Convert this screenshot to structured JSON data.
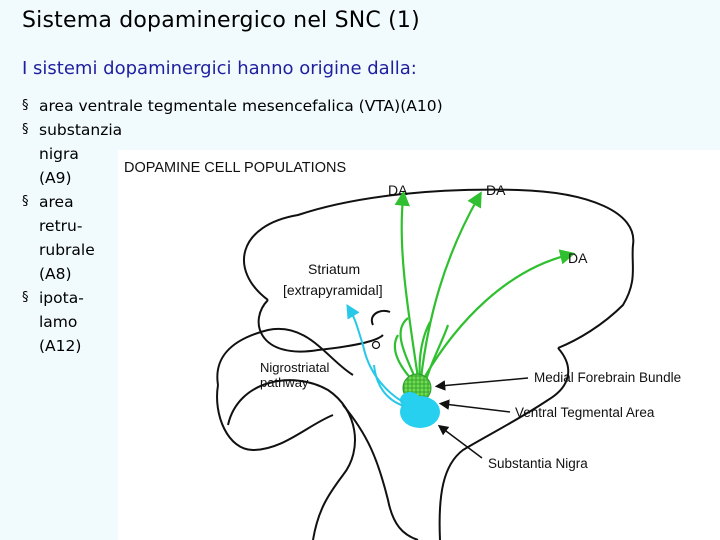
{
  "slide": {
    "title": "Sistema dopaminergico nel SNC (1)",
    "subtitle": "I sistemi dopaminergici hanno origine dalla:",
    "bullet_symbol": "§",
    "bullets": [
      {
        "lines": [
          "area ventrale tegmentale mesencefalica (VTA)(A10)"
        ]
      },
      {
        "lines": [
          "substanzia",
          "nigra",
          "(A9)"
        ]
      },
      {
        "lines": [
          "area",
          "retru-",
          "rubrale",
          "(A8)"
        ]
      },
      {
        "lines": [
          "ipota-",
          "lamo",
          "(A12)"
        ]
      }
    ]
  },
  "figure": {
    "title": "DOPAMINE CELL POPULATIONS",
    "labels": {
      "da_1": "DA",
      "da_2": "DA",
      "da_3": "DA",
      "striatum": "Striatum",
      "striatum_note": "[extrapyramidal]",
      "nigrostriatal_1": "Nigrostriatal",
      "nigrostriatal_2": "pathway",
      "medial_forebrain_bundle": "Medial Forebrain Bundle",
      "ventral_tegmental_area": "Ventral Tegmental Area",
      "substantia_nigra": "Substantia Nigra"
    },
    "colors": {
      "mesolimbic_pathway": "#2fc02f",
      "nigrostriatal_pathway": "#28c8e8",
      "outline": "#111111",
      "background": "#ffffff"
    }
  }
}
